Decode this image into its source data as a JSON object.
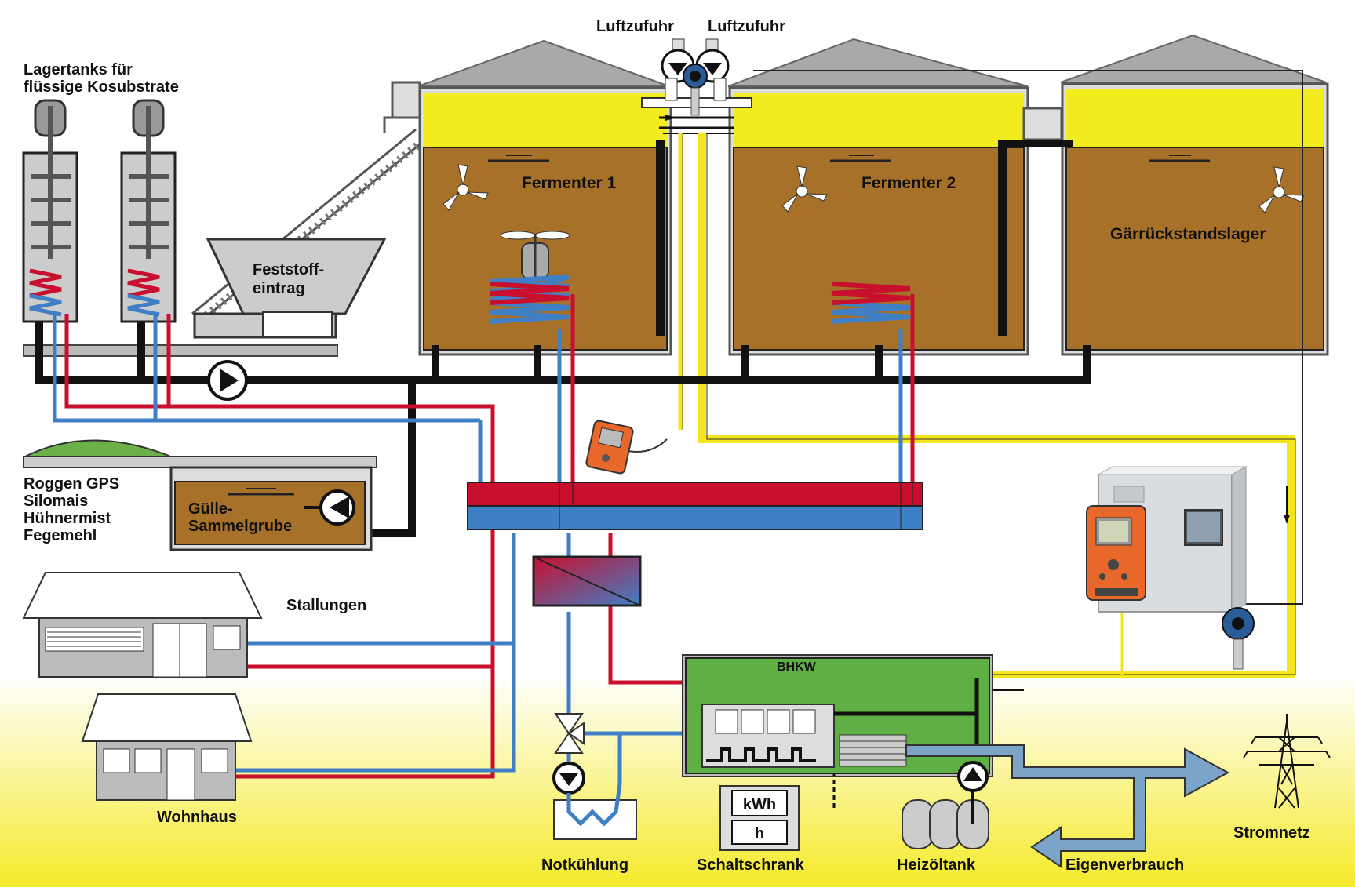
{
  "labels": {
    "air_supply_1": "Luftzufuhr",
    "air_supply_2": "Luftzufuhr",
    "storage_tanks_line1": "Lagertanks für",
    "storage_tanks_line2": "flüssige Kosubstrate",
    "solids_line1": "Feststoff-",
    "solids_line2": "eintrag",
    "fermenter1": "Fermenter 1",
    "fermenter2": "Fermenter 2",
    "digestate": "Gärrückstandslager",
    "feedstock": [
      "Roggen GPS",
      "Silomais",
      "Hühnermist",
      "Fegemehl"
    ],
    "slurry_line1": "Gülle-",
    "slurry_line2": "Sammelgrube",
    "stables": "Stallungen",
    "house": "Wohnhaus",
    "chp": "BHKW",
    "kwh": "kWh",
    "hours": "h",
    "emergency_cooling": "Notkühlung",
    "control_cabinet": "Schaltschrank",
    "oil_tank": "Heizöltank",
    "own_use": "Eigenverbrauch",
    "grid": "Stromnetz"
  },
  "colors": {
    "substrate": "#a8712a",
    "gas_space": "#f2ec1e",
    "hot_line": "#c8102e",
    "cold_line": "#3f7fc6",
    "gas_line": "#f4e61a",
    "chp_box": "#5fb044",
    "roof": "#a9a9a9",
    "power_arrow": "#7ba4c8",
    "analyzer_orange": "#e8672a"
  },
  "icons": [
    "pump-icon",
    "fan-icon",
    "agitator-icon",
    "heat-exchanger-icon",
    "valve-icon",
    "gas-analyzer-icon",
    "power-pylon-icon",
    "engine-icon",
    "gas-sensor-icon"
  ]
}
